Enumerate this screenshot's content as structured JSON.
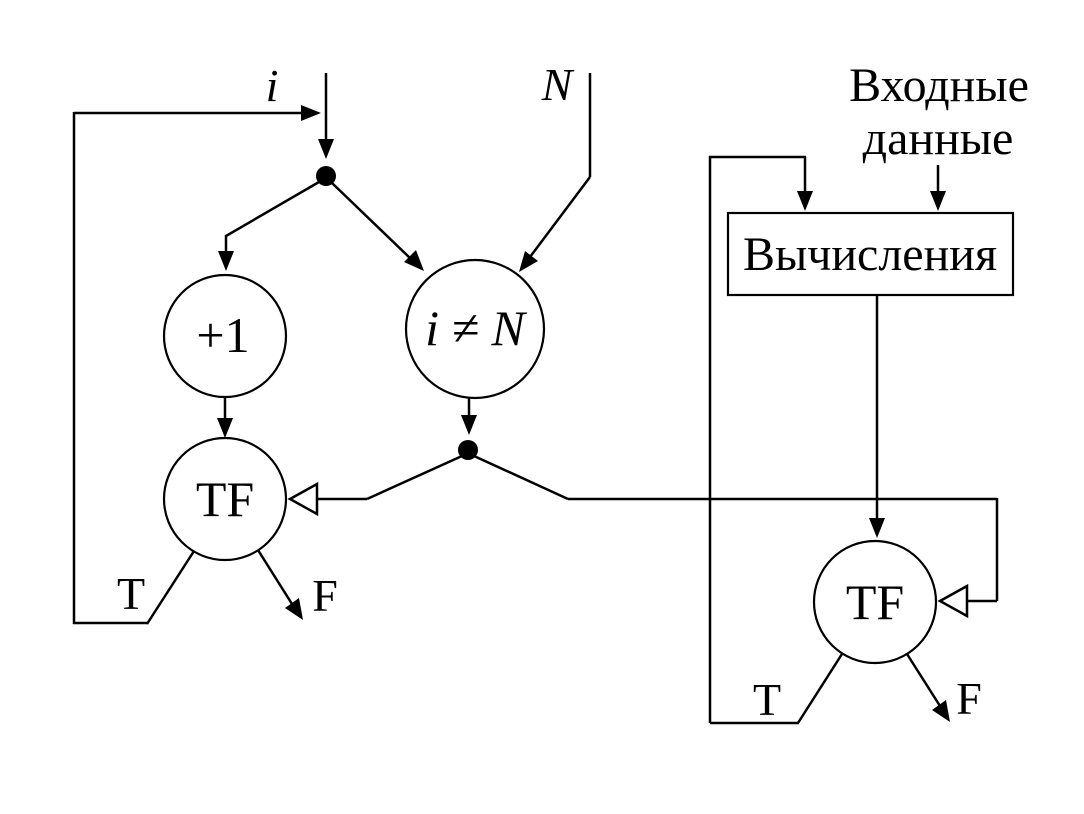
{
  "diagram": {
    "background_color": "#ffffff",
    "line_color": "#000000",
    "text_color": "#000000",
    "counter_loop": {
      "counter_var": "i",
      "limit_var": "N",
      "increment_node": "+1",
      "condition_node": "i ≠ N",
      "gate_node": "TF",
      "true_branch": "T",
      "false_branch": "F"
    },
    "compute_loop": {
      "input_label_line1": "Входные",
      "input_label_line2": "данные",
      "compute_node": "Вычисления",
      "gate_node": "TF",
      "true_branch": "T",
      "false_branch": "F"
    }
  }
}
